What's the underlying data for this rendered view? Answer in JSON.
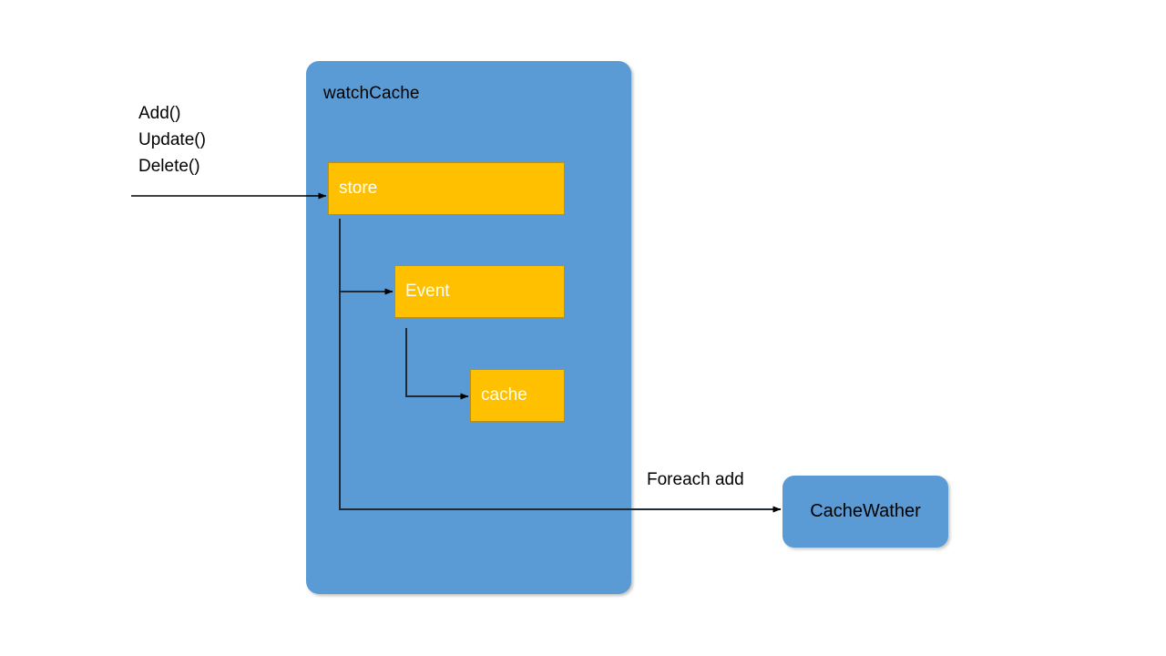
{
  "diagram": {
    "title_label": "watchCache",
    "container": {
      "name": "watchCache",
      "label": "watchCache",
      "fill": "#5B9BD5",
      "shape": "rounded-rectangle"
    },
    "nodes": [
      {
        "id": "store",
        "label": "store",
        "fill": "#FFC000",
        "text_color": "#FFFFFF",
        "shape": "rectangle"
      },
      {
        "id": "event",
        "label": "Event",
        "fill": "#FFC000",
        "text_color": "#FFFFFF",
        "shape": "rectangle"
      },
      {
        "id": "cache",
        "label": "cache",
        "fill": "#FFC000",
        "text_color": "#FFFFFF",
        "shape": "rectangle"
      },
      {
        "id": "cachewather",
        "label": "CacheWather",
        "fill": "#5B9BD5",
        "text_color": "#000000",
        "shape": "rounded-rectangle"
      }
    ],
    "annotations": {
      "input_operations": [
        "Add()",
        "Update()",
        "Delete()"
      ],
      "foreach_label": "Foreach add"
    },
    "edges": [
      {
        "from": "input_operations",
        "to": "store",
        "label": "Add() Update() Delete()",
        "style": "straight-arrow"
      },
      {
        "from": "store",
        "to": "event",
        "label": "",
        "style": "elbow-arrow"
      },
      {
        "from": "event",
        "to": "cache",
        "label": "",
        "style": "elbow-arrow"
      },
      {
        "from": "store",
        "to": "cachewather",
        "label": "Foreach add",
        "style": "elbow-arrow"
      }
    ],
    "colors": {
      "background": "#FFFFFF",
      "accent_blue": "#5B9BD5",
      "accent_amber": "#FFC000",
      "amber_border": "#BF9000",
      "line": "#000000",
      "text_dark": "#000000",
      "text_light": "#FFFFFF"
    }
  }
}
